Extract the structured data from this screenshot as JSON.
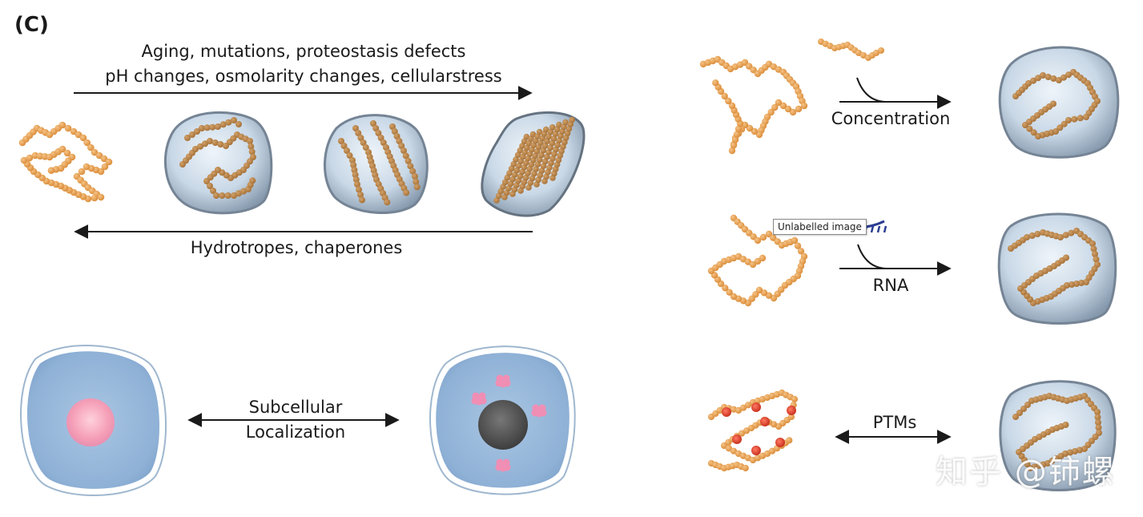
{
  "panel_label": "(C)",
  "top_arrow": {
    "line1": "Aging, mutations, proteostasis defects",
    "line2": "pH changes, osmolarity changes, cellularstress"
  },
  "bottom_arrow": {
    "label": "Hydrotropes, chaperones"
  },
  "localization": {
    "line1": "Subcellular",
    "line2": "Localization"
  },
  "right": {
    "concentration": "Concentration",
    "rna": "RNA",
    "ptms": "PTMs",
    "tooltip": "Unlabelled image"
  },
  "watermark": "知乎 @铈螺",
  "colors": {
    "bead": "#e8a04c",
    "bead_dark": "#b98344",
    "droplet": "#b9cde0",
    "cell": "#9bbbdc",
    "nucleus_pink": "#f4a3b8",
    "nucleus_dark": "#555555",
    "ptm": "#e0452e",
    "rna": "#2b3d91"
  }
}
